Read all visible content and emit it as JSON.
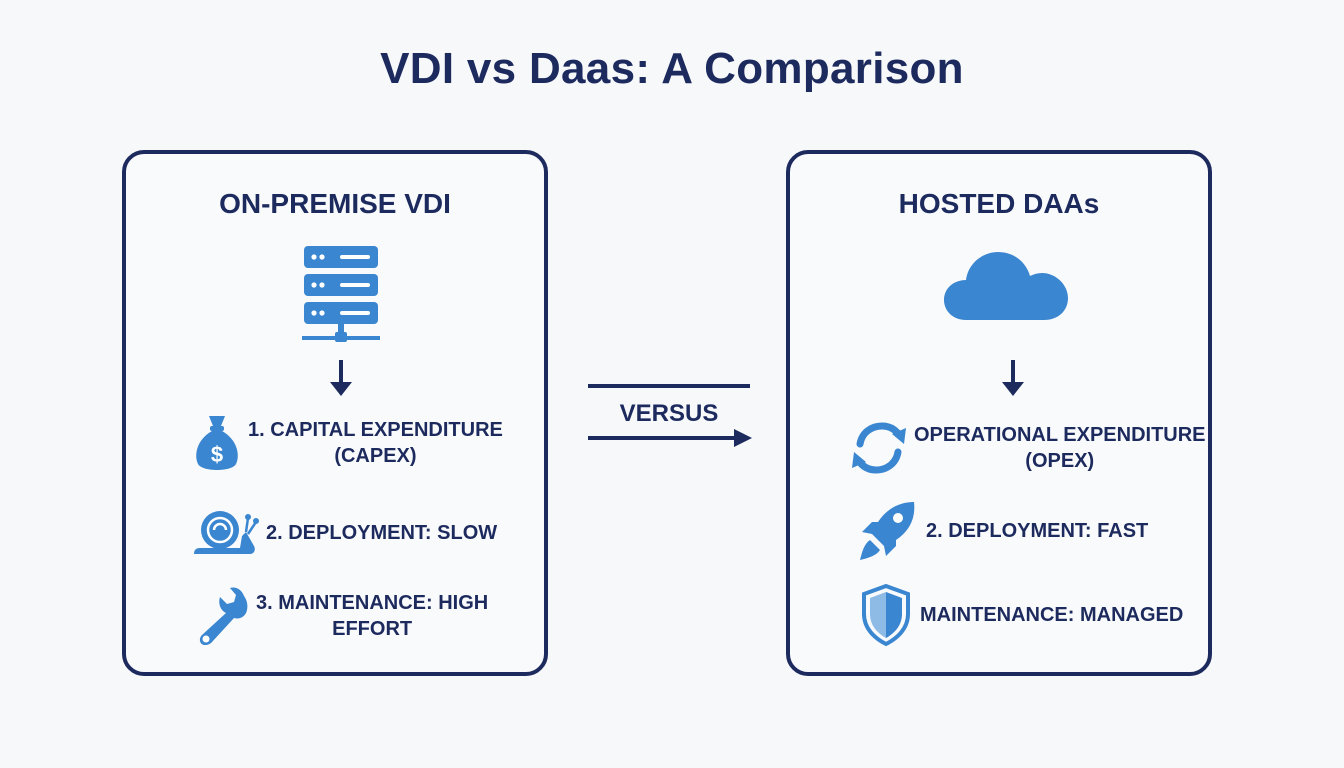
{
  "title": "VDI vs Daas: A Comparison",
  "versus_label": "VERSUS",
  "left_panel": {
    "title": "ON-PREMISE VDI",
    "hero_icon": "server-rack-icon",
    "items": [
      {
        "icon": "money-bag-icon",
        "line1": "1. CAPITAL EXPENDITURE",
        "line2": "(CAPEX)"
      },
      {
        "icon": "snail-icon",
        "line1": "2. DEPLOYMENT: SLOW",
        "line2": ""
      },
      {
        "icon": "wrench-icon",
        "line1": "3. MAINTENANCE: HIGH",
        "line2": "EFFORT"
      }
    ]
  },
  "right_panel": {
    "title": "HOSTED DAAs",
    "hero_icon": "cloud-icon",
    "items": [
      {
        "icon": "refresh-cycle-icon",
        "line1": "OPERATIONAL EXPENDITURE",
        "line2": "(OPEX)"
      },
      {
        "icon": "rocket-icon",
        "line1": "2. DEPLOYMENT: FAST",
        "line2": ""
      },
      {
        "icon": "shield-icon",
        "line1": "MAINTENANCE: MANAGED",
        "line2": ""
      }
    ]
  },
  "colors": {
    "navy": "#1c2a5e",
    "accent_blue": "#3a86d0"
  }
}
